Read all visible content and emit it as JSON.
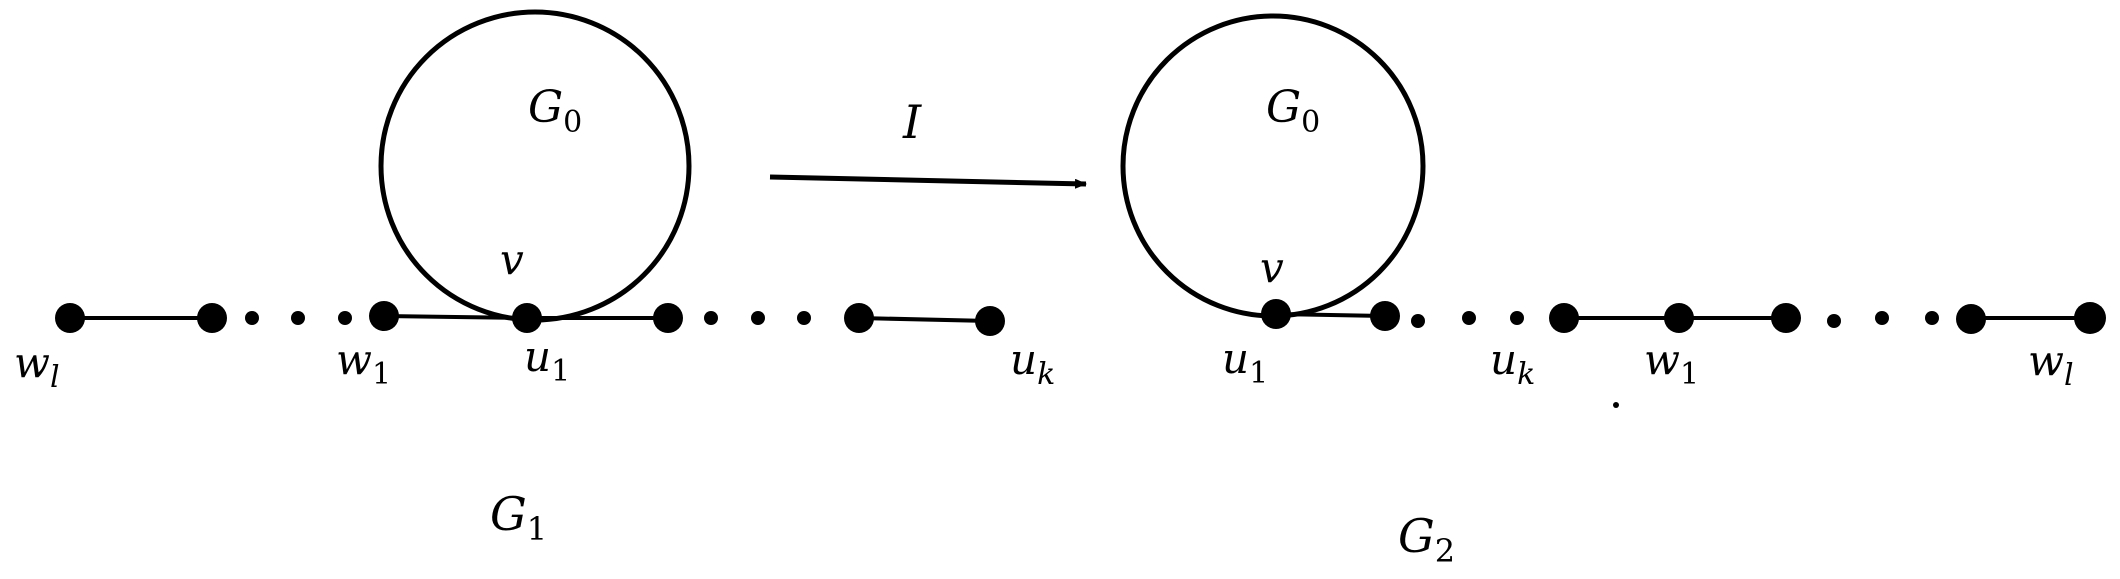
{
  "mapping": {
    "label": "I"
  },
  "graphs": [
    {
      "name_base": "G",
      "name_sub": "1",
      "cycle": {
        "base": "G",
        "sub": "0"
      },
      "vertex": "v",
      "labels": {
        "wl": {
          "base": "w",
          "sub": "l"
        },
        "w1": {
          "base": "w",
          "sub": "1"
        },
        "u1": {
          "base": "u",
          "sub": "1"
        },
        "uk": {
          "base": "u",
          "sub": "k"
        }
      }
    },
    {
      "name_base": "G",
      "name_sub": "2",
      "cycle": {
        "base": "G",
        "sub": "0"
      },
      "vertex": "v",
      "labels": {
        "u1": {
          "base": "u",
          "sub": "1"
        },
        "uk": {
          "base": "u",
          "sub": "k"
        },
        "w1": {
          "base": "w",
          "sub": "1"
        },
        "wl": {
          "base": "w",
          "sub": "l"
        }
      }
    }
  ]
}
